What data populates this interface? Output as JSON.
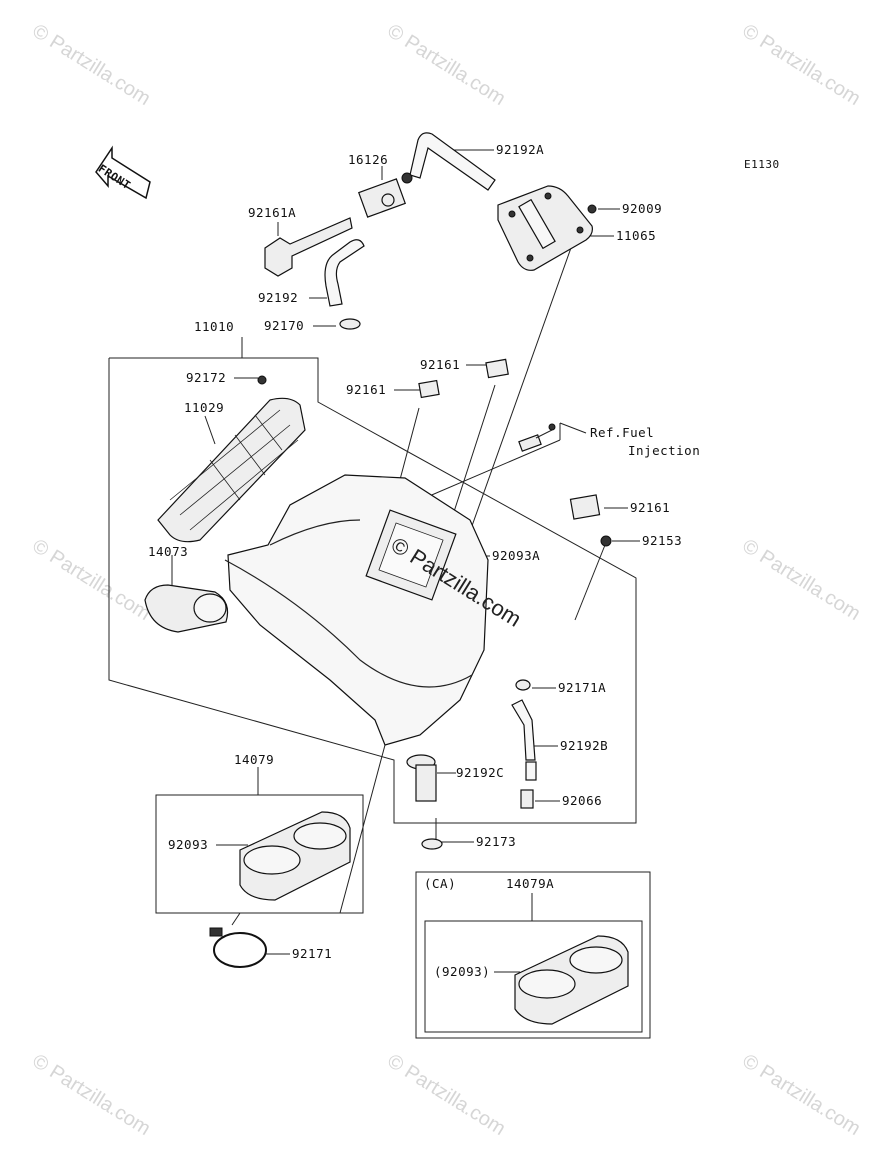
{
  "diagram_code": "E1130",
  "front_label": "FRONT",
  "watermark_text": "Partzilla.com",
  "watermark_center": "© Partzilla.com",
  "ref_note": {
    "line1": "Ref.Fuel",
    "line2": "Injection"
  },
  "ca_label": "(CA)",
  "parts": {
    "p16126": "16126",
    "p92192A": "92192A",
    "p92161A": "92161A",
    "p92009": "92009",
    "p11065": "11065",
    "p92192": "92192",
    "p92170": "92170",
    "p11010": "11010",
    "p92161_a": "92161",
    "p92161_b": "92161",
    "p92172": "92172",
    "p11029": "11029",
    "p92161_c": "92161",
    "p92153": "92153",
    "p14073": "14073",
    "p92093A": "92093A",
    "p92171A": "92171A",
    "p92192B": "92192B",
    "p92192C": "92192C",
    "p92066": "92066",
    "p14079": "14079",
    "p92173": "92173",
    "p92093": "92093",
    "p14079A": "14079A",
    "p92093_paren": "(92093)",
    "p92171": "92171"
  }
}
